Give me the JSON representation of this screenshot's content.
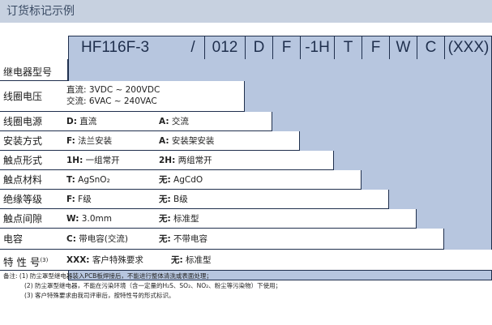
{
  "title": "订货标记示例",
  "code_parts": [
    "HF116F-3",
    "/",
    "012",
    "D",
    "F",
    "-1H",
    "T",
    "F",
    "W",
    "C",
    "(XXX)"
  ],
  "rows": [
    {
      "label": "继电器型号",
      "values": []
    },
    {
      "label": "线圈电压",
      "values": [
        "直流: 3VDC ~ 200VDC",
        "交流: 6VAC ~ 240VAC"
      ]
    },
    {
      "label": "线圈电源",
      "a_key": "D:",
      "a_text": " 直流",
      "b_key": "A:",
      "b_text": " 交流"
    },
    {
      "label": "安装方式",
      "a_key": "F:",
      "a_text": " 法兰安装",
      "b_key": "A:",
      "b_text": " 安装架安装"
    },
    {
      "label": "触点形式",
      "a_key": "1H:",
      "a_text": " 一组常开",
      "b_key": "2H:",
      "b_text": " 两组常开"
    },
    {
      "label": "触点材料",
      "a_key": "T:",
      "a_text": " AgSnO₂",
      "b_key": "无:",
      "b_text": " AgCdO"
    },
    {
      "label": "绝缘等级",
      "a_key": "F:",
      "a_text": " F级",
      "b_key": "无:",
      "b_text": " B级"
    },
    {
      "label": "触点间隙",
      "a_key": "W:",
      "a_text": " 3.0mm",
      "b_key": "无:",
      "b_text": " 标准型"
    },
    {
      "label": "电容",
      "a_key": "C:",
      "a_text": " 带电容(交流)",
      "b_key": "无:",
      "b_text": " 不带电容"
    },
    {
      "label": "特 性 号",
      "sup": "(3)",
      "a_key": "XXX:",
      "a_text": " 客户特殊要求",
      "b_key": "无:",
      "b_text": " 标准型"
    }
  ],
  "notes": [
    "备注: (1) 防尘罩型继电器装入PCB板焊接后，不能进行整体清洗或表面处理；",
    "(2) 防尘罩型继电器，不能在污染环境（含一定量的H₂S、SO₂、NO₂、粉尘等污染物）下使用；",
    "(3) 客户特殊要求由我司评审后，按特性号的形式标识。"
  ],
  "colors": {
    "blue": "#b7c6df",
    "title_bg": "#c7d1e0",
    "line": "#1f2f4d"
  }
}
